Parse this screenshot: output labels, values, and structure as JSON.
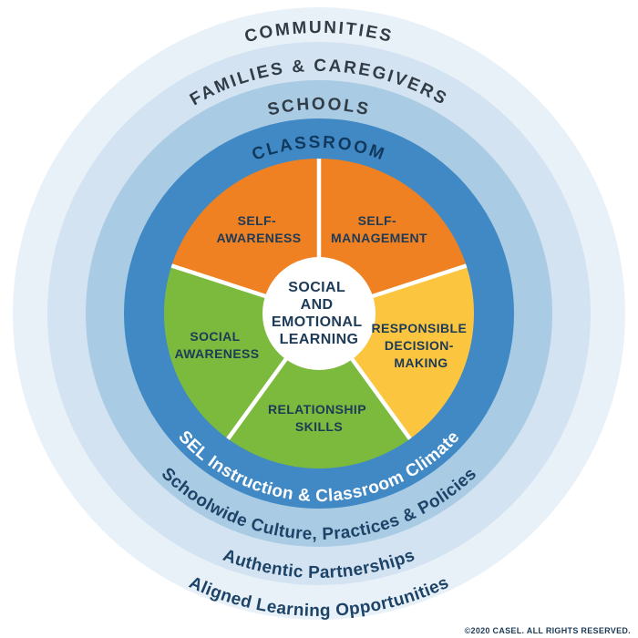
{
  "colors": {
    "background": "#ffffff",
    "outer_ring_label": "#323c46",
    "light_ring_bottom_label": "#1d4367",
    "classroom_label": "#11395e",
    "classroom_bottom_label": "#ffffff",
    "segment_label": "#1d3a57",
    "center_label": "#1d3a57",
    "divider": "#ffffff",
    "copyright": "#1d3a57"
  },
  "rings": [
    {
      "name": "communities",
      "label": "COMMUNITIES",
      "bottom_label": "Aligned Learning Opportunities",
      "color": "#e9f1f8"
    },
    {
      "name": "families-caregivers",
      "label": "FAMILIES & CAREGIVERS",
      "bottom_label": "Authentic Partnerships",
      "color": "#d3e3f1"
    },
    {
      "name": "schools",
      "label": "SCHOOLS",
      "bottom_label": "Schoolwide Culture, Practices & Policies",
      "color": "#a9cbe4"
    },
    {
      "name": "classroom",
      "label": "CLASSROOM",
      "bottom_label": "SEL Instruction & Classroom Climate",
      "color": "#4189c4"
    }
  ],
  "wheel": {
    "center": {
      "color": "#ffffff",
      "lines": [
        "SOCIAL",
        "AND",
        "EMOTIONAL",
        "LEARNING"
      ]
    },
    "segments": [
      {
        "name": "self-management",
        "color": "#f08122",
        "lines": [
          "SELF-",
          "MANAGEMENT"
        ]
      },
      {
        "name": "responsible-decision-making",
        "color": "#fbc540",
        "lines": [
          "RESPONSIBLE",
          "DECISION-",
          "MAKING"
        ]
      },
      {
        "name": "relationship-skills",
        "color": "#7cba3d",
        "lines": [
          "RELATIONSHIP",
          "SKILLS"
        ]
      },
      {
        "name": "social-awareness",
        "color": "#7cba3d",
        "lines": [
          "SOCIAL",
          "AWARENESS"
        ]
      },
      {
        "name": "self-awareness",
        "color": "#f08122",
        "lines": [
          "SELF-",
          "AWARENESS"
        ]
      }
    ]
  },
  "footer": {
    "copyright": "©2020 CASEL. ALL RIGHTS RESERVED."
  }
}
